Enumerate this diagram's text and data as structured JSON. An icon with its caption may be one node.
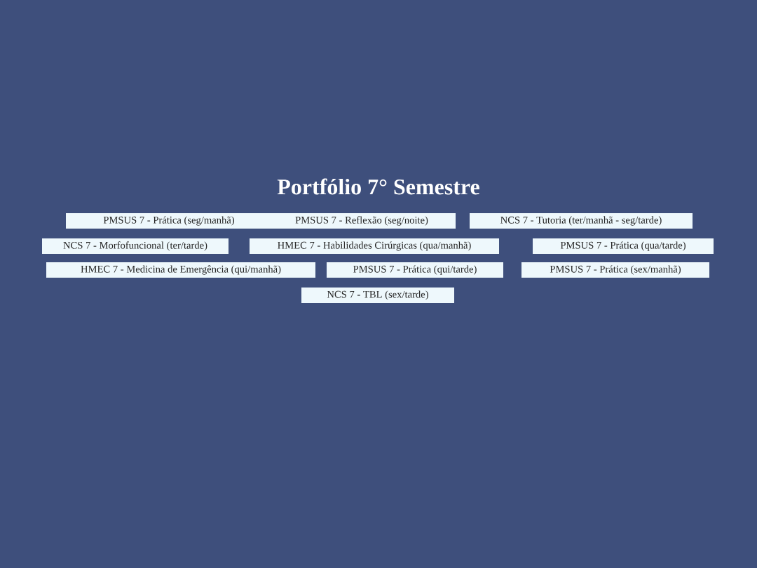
{
  "diagram": {
    "title": "Portfólio 7° Semestre",
    "nodes": [
      {
        "text": [
          "PMSUS 7 - Prática (seg/manhã)"
        ]
      },
      {
        "text": [
          "PMSUS 7 - Reflexão (seg/noite)"
        ]
      },
      {
        "text": [
          "NCS 7 - Tutoria (ter/manhã - seg/tarde)"
        ]
      },
      {
        "text": [
          "NCS 7 - Morfofuncional (ter/tarde)"
        ]
      },
      {
        "text": [
          "HMEC 7 - Habilidades Cirúrgicas (qua/manhã)"
        ]
      },
      {
        "text": [
          "PMSUS 7 - Prática (qua/tarde)"
        ]
      },
      {
        "text": [
          "HMEC 7 - Medicina de Emergência (qui/manhã)"
        ]
      },
      {
        "text": [
          "PMSUS 7 - Prática (qui/tarde)"
        ]
      },
      {
        "text": [
          "PMSUS 7 - Prática (sex/manhã)"
        ]
      },
      {
        "text": [
          "NCS 7 - TBL (sex/tarde)"
        ]
      }
    ]
  }
}
